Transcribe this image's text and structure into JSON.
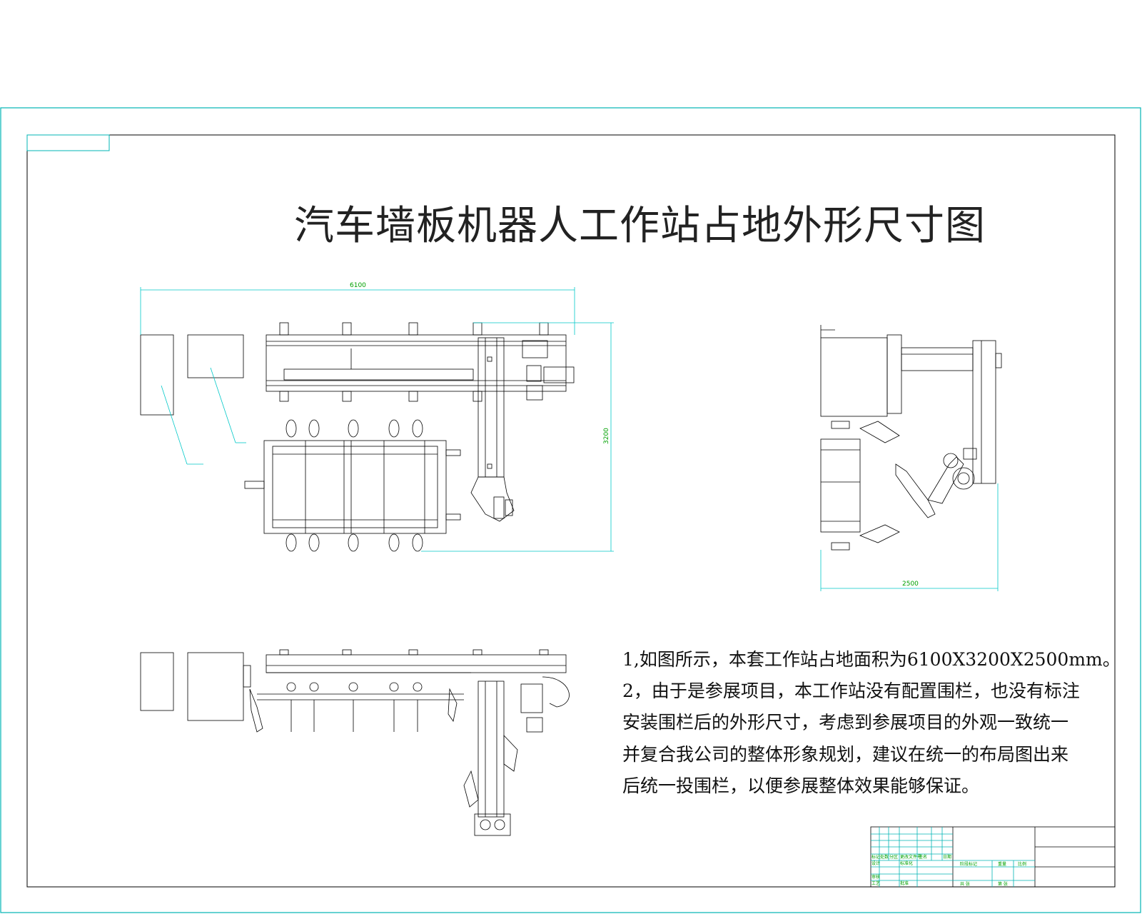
{
  "drawing": {
    "title": "汽车墙板机器人工作站占地外形尺寸图",
    "dimensions": {
      "length": "6100",
      "width": "3200",
      "height": "2500"
    },
    "notes": [
      "1,如图所示，本套工作站占地面积为6100X3200X2500mm。",
      "2，由于是参展项目，本工作站没有配置围栏，也没有标注",
      "安装围栏后的外形尺寸，考虑到参展项目的外观一致统一",
      "并复合我公司的整体形象规划，建议在统一的布局图出来",
      "后统一投围栏，以便参展整体效果能够保证。"
    ]
  },
  "title_block": {
    "cells": [
      "标记",
      "处数",
      "分区",
      "更改文件号",
      "签名",
      "日期",
      "设计",
      "标准化",
      "审核",
      "工艺",
      "批准",
      "阶段标记",
      "重量",
      "比例",
      "共 张",
      "第 张"
    ]
  },
  "colors": {
    "frame": "#00b4b4",
    "dimension": "#00c8c8",
    "dim_text": "#00a000",
    "ink": "#000000"
  }
}
